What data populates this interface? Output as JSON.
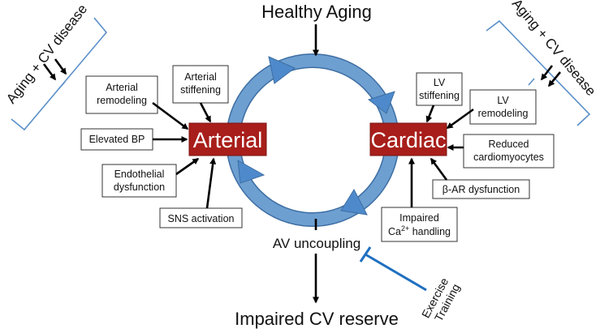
{
  "top_label": "Healthy Aging",
  "bottom_label": "Impaired CV reserve",
  "av_uncoupling": "AV uncoupling",
  "arterial": {
    "label": "Arterial",
    "factors": [
      "Arterial remodeling",
      "Arterial stiffening",
      "Elevated BP",
      "Endothelial dysfunction",
      "SNS activation"
    ]
  },
  "cardiac": {
    "label": "Cardiac",
    "factors": [
      "LV stiffening",
      "LV remodeling",
      "Reduced cardiomyocytes",
      "β-AR dysfunction",
      "Impaired Ca2+ handling"
    ]
  },
  "left_bracket_label": "Aging + CV disease",
  "right_bracket_label": "Aging + CV disease",
  "exercise_label": "Exercise Training",
  "colors": {
    "red": "#a81e1a",
    "cycle": "#6e9fd1",
    "cycle_dark": "#3d6ea3",
    "inhibit": "#1f6fc0",
    "bracket": "#5b8fc9"
  }
}
